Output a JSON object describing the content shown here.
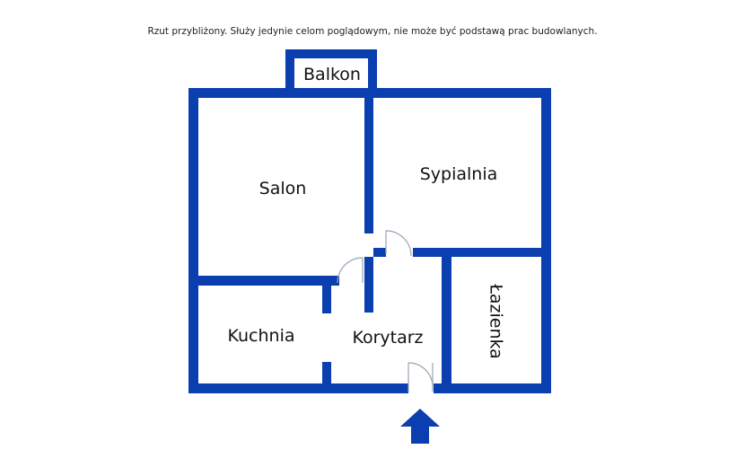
{
  "disclaimer": "Rzut przybliżony. Służy jedynie celom poglądowym, nie może być podstawą prac budowlanych.",
  "rooms": {
    "balkon": "Balkon",
    "salon": "Salon",
    "sypialnia": "Sypialnia",
    "kuchnia": "Kuchnia",
    "korytarz": "Korytarz",
    "lazienka": "Łazienka"
  },
  "colors": {
    "wall": "#0b3fb0",
    "door": "#9aa3b5",
    "entrance_arrow": "#0b3fb0"
  },
  "icons": {
    "entrance": "arrow-up-icon"
  }
}
